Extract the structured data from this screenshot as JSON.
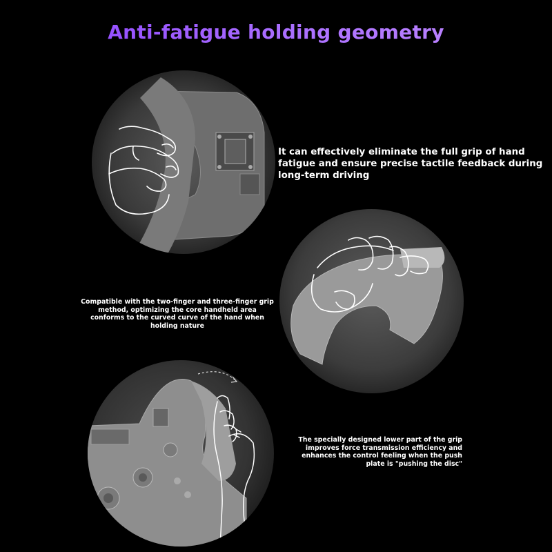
{
  "title": "Anti-fatigue holding geometry",
  "sections": [
    {
      "caption": "It can effectively eliminate the full grip of hand fatigue and ensure precise tactile feedback during long-term driving",
      "image": "two-finger-grip-photo"
    },
    {
      "caption": "Compatible with the two-finger and three-finger grip method, optimizing the core handheld area conforms to the curved curve of the hand when holding nature",
      "image": "curved-grip-photo"
    },
    {
      "caption": "The specially designed lower part of the grip improves force transmission efficiency and enhances the control feeling when the push plate is \"pushing the disc\"",
      "image": "push-plate-grip-photo"
    }
  ],
  "colors": {
    "background": "#000000",
    "title": "#9b4dff",
    "caption": "#ffffff"
  }
}
